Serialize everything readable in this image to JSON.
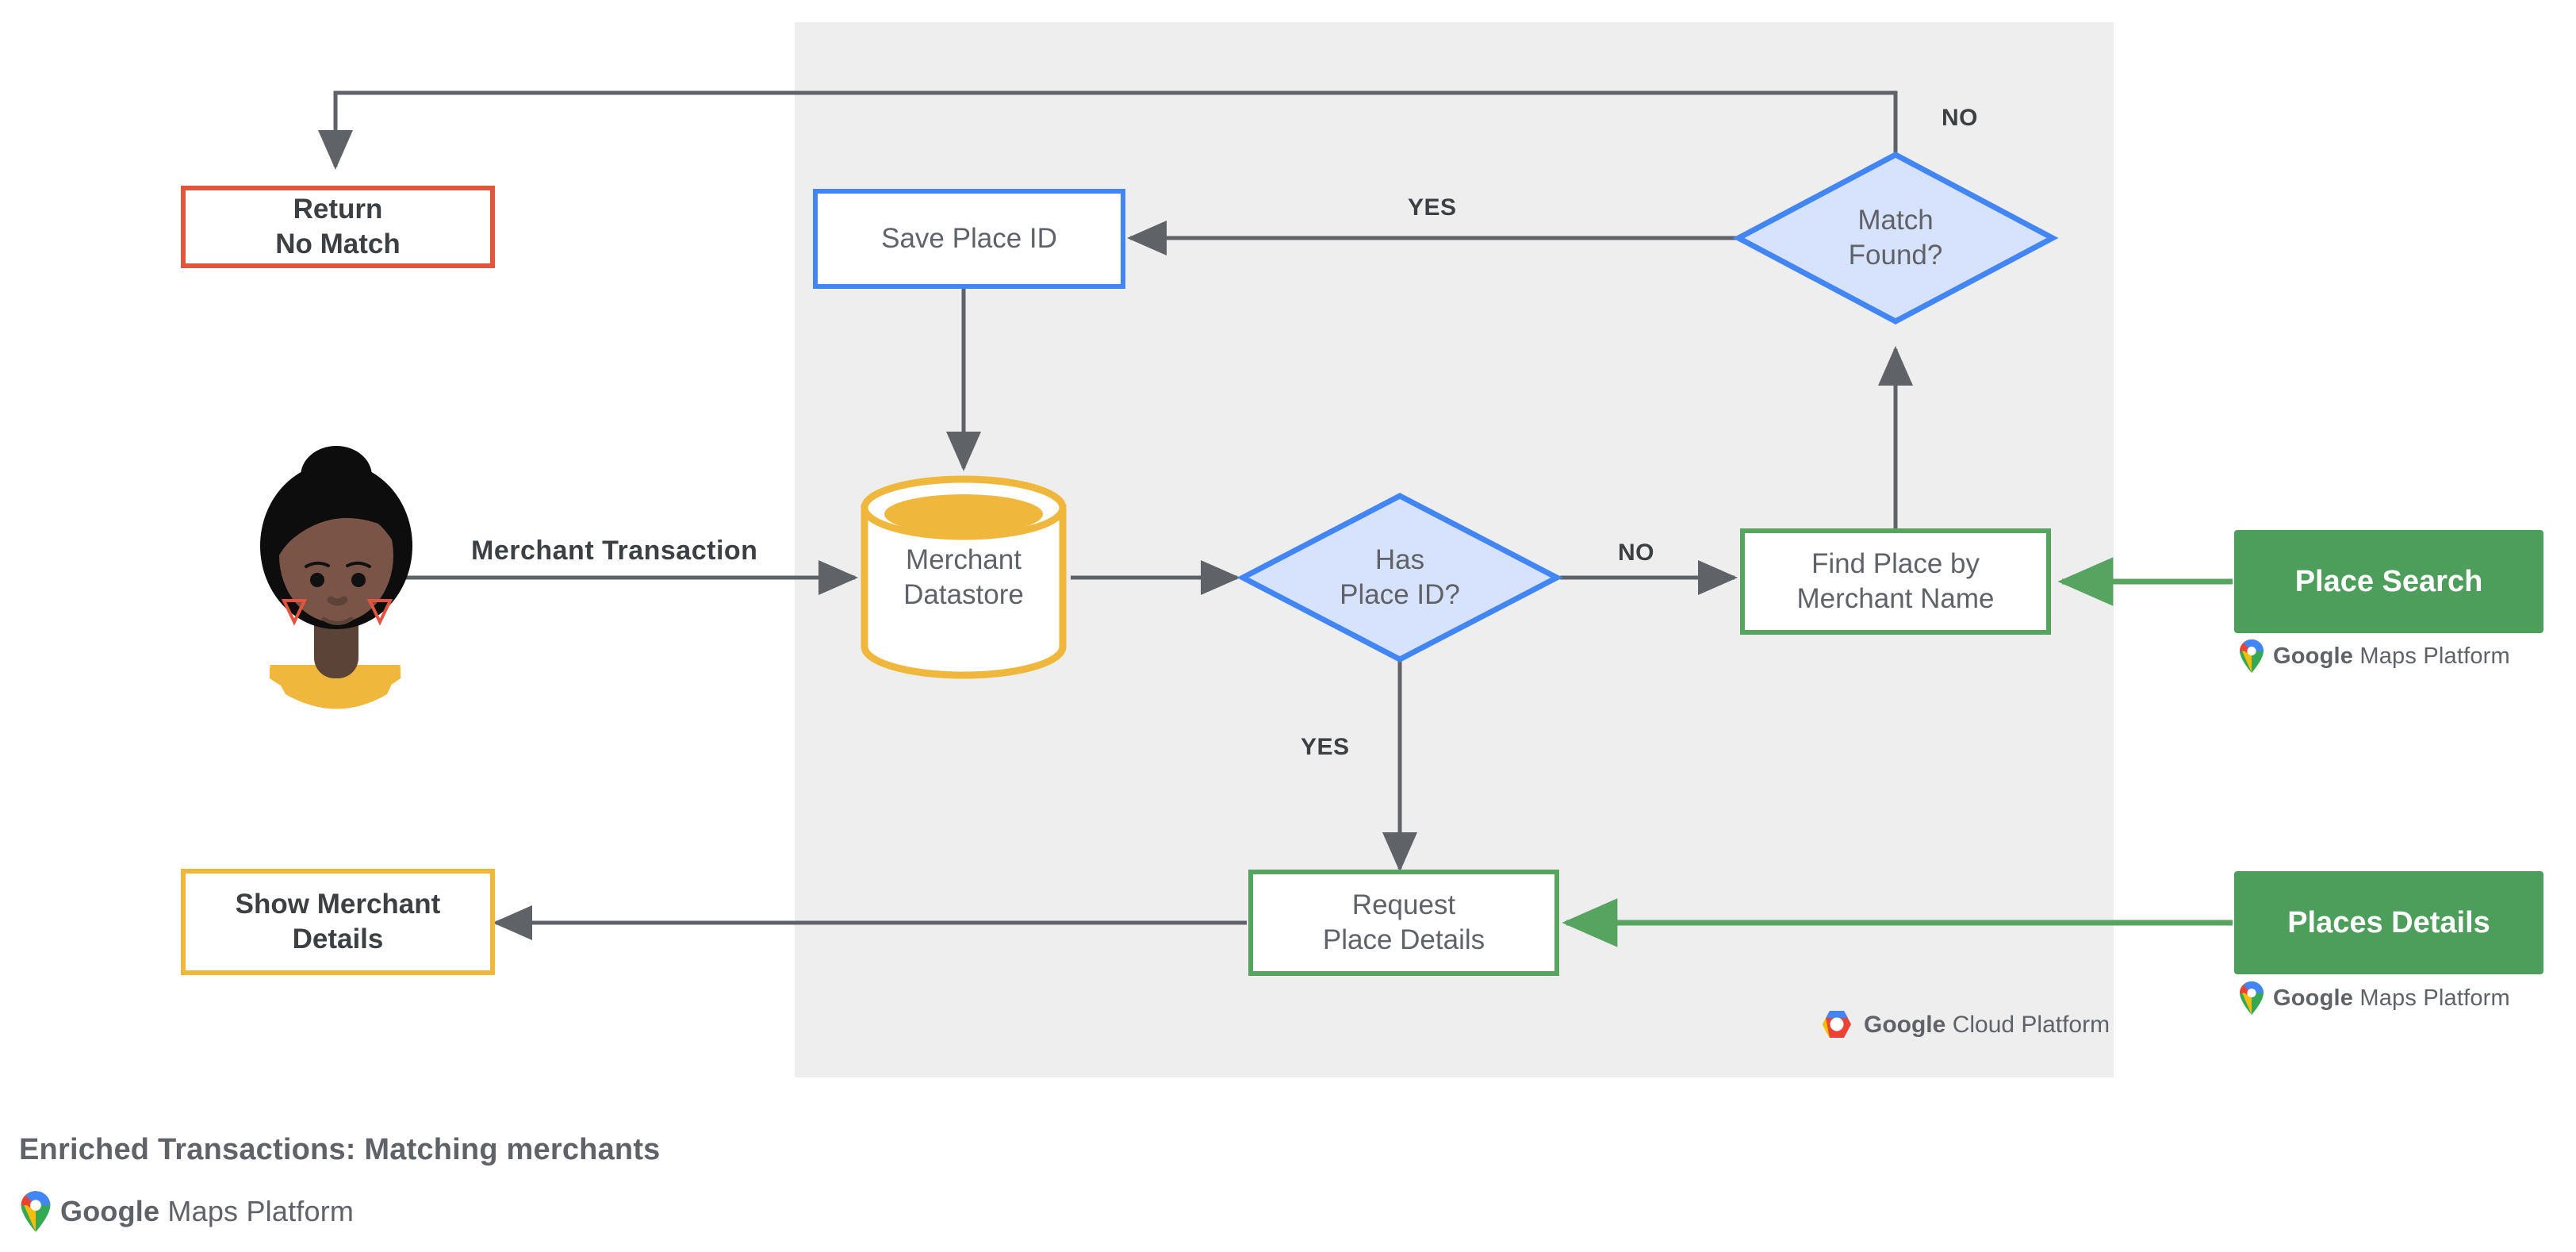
{
  "diagram": {
    "caption": "Enriched Transactions: Matching merchants",
    "panel_label": "google-cloud-platform-region",
    "colors": {
      "panel_bg": "#eeeeee",
      "red": "#e1553f",
      "blue": "#4285f4",
      "blue_fill": "#d7e3fc",
      "green": "#56a45f",
      "solid_green": "#4e9e5b",
      "yellow": "#efb83c",
      "arrow_gray": "#5f6368",
      "text_gray": "#5f6368",
      "text_dark": "#3c4043"
    }
  },
  "nodes": {
    "return_no_match": "Return\nNo Match",
    "save_place_id": "Save Place ID",
    "match_found": "Match\nFound?",
    "merchant_datastore": "Merchant\nDatastore",
    "has_place_id": "Has\nPlace ID?",
    "find_place_by_merchant_name": "Find Place by\nMerchant Name",
    "place_search": "Place Search",
    "request_place_details": "Request\nPlace Details",
    "places_details": "Places Details",
    "show_merchant_details": "Show Merchant\nDetails"
  },
  "edge_labels": {
    "merchant_transaction": "Merchant Transaction",
    "match_found_no": "NO",
    "match_found_yes": "YES",
    "has_place_id_no": "NO",
    "has_place_id_yes": "YES"
  },
  "logos": {
    "maps_word_bold": "Google",
    "maps_word_rest": "Maps Platform",
    "cloud_word_bold": "Google",
    "cloud_word_rest": "Cloud Platform"
  }
}
